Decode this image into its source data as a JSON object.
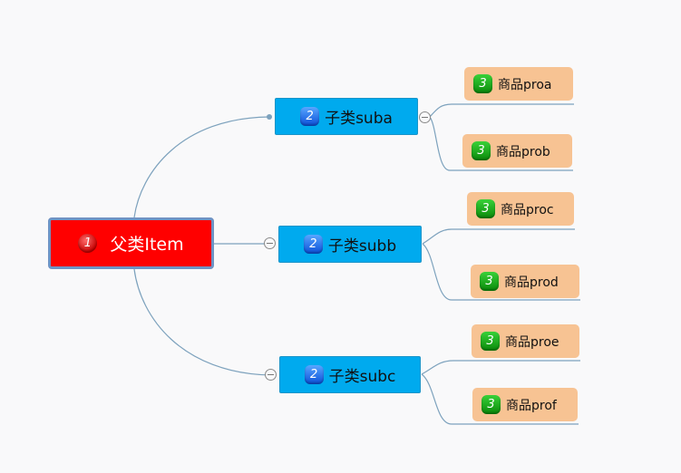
{
  "colors": {
    "root_fill": "#ff0000",
    "sub_fill": "#00aaee",
    "leaf_fill": "#f7c393",
    "connector": "#7da2bd"
  },
  "root": {
    "label": "父类Item",
    "priority": "1"
  },
  "subs": [
    {
      "label": "子类suba",
      "priority": "2",
      "items": [
        {
          "label": "商品proa",
          "priority": "3"
        },
        {
          "label": "商品prob",
          "priority": "3"
        }
      ]
    },
    {
      "label": "子类subb",
      "priority": "2",
      "items": [
        {
          "label": "商品proc",
          "priority": "3"
        },
        {
          "label": "商品prod",
          "priority": "3"
        }
      ]
    },
    {
      "label": "子类subc",
      "priority": "2",
      "items": [
        {
          "label": "商品proe",
          "priority": "3"
        },
        {
          "label": "商品prof",
          "priority": "3"
        }
      ]
    }
  ]
}
